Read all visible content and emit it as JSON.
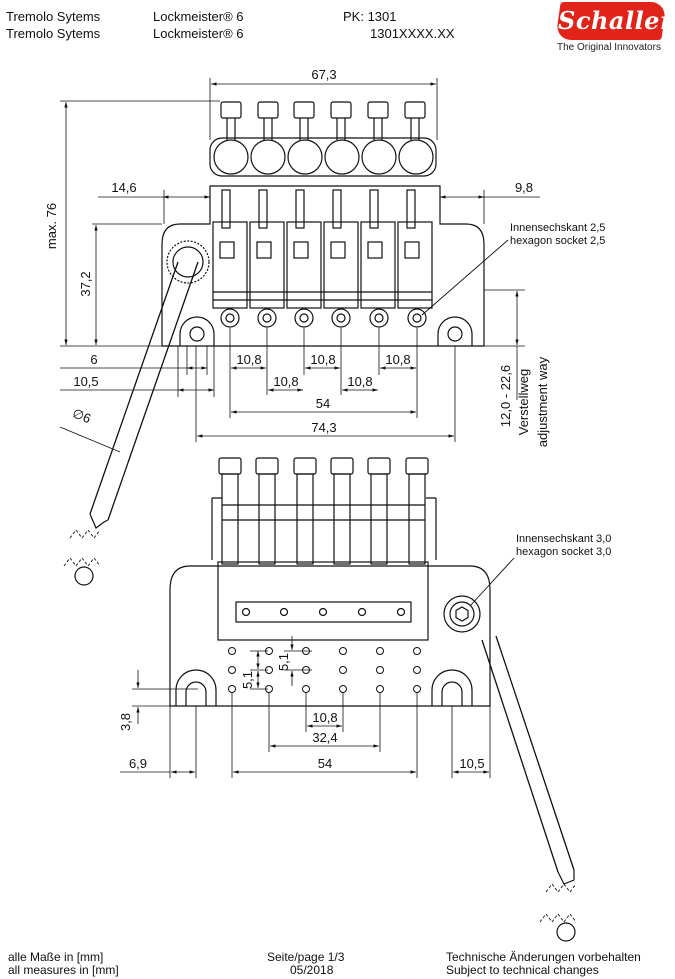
{
  "header": {
    "row1": {
      "series": "Tremolo Sytems",
      "model": "Lockmeister® 6",
      "pk": "PK: 1301"
    },
    "row2": {
      "series": "Tremolo Sytems",
      "model": "Lockmeister® 6",
      "article": "1301XXXX.XX"
    }
  },
  "brand": {
    "logo_text": "Schaller",
    "tagline": "The Original Innovators",
    "color": "#e2231a"
  },
  "top_view": {
    "dims": {
      "overall_width": "67,3",
      "left_offset": "14,6",
      "right_offset": "9,8",
      "max_height": "max. 76",
      "body_height": "37,2",
      "d6": "6",
      "d105": "10,5",
      "spacing": "10,8",
      "span54": "54",
      "span743": "74,3",
      "arm_dia": "∅6",
      "adjust_range": "12,0 - 22,6",
      "adjust_de": "Verstellweg",
      "adjust_en": "adjustment way"
    },
    "callout": {
      "de": "Innensechskant  2,5",
      "en": "hexagon socket 2,5"
    }
  },
  "bottom_view": {
    "dims": {
      "v51": "5,1",
      "v51b": "5,1",
      "v38": "3,8",
      "spacing": "10,8",
      "span324": "32,4",
      "span54": "54",
      "left": "6,9",
      "right": "10,5"
    },
    "callout": {
      "de": "Innensechskant  3,0",
      "en": "hexagon socket 3,0"
    }
  },
  "footer": {
    "units_de": "alle Maße in [mm]",
    "units_en": "all measures in [mm]",
    "page": "Seite/page 1/3",
    "date": "05/2018",
    "notice_de": "Technische Änderungen vorbehalten",
    "notice_en": "Subject to technical changes"
  }
}
